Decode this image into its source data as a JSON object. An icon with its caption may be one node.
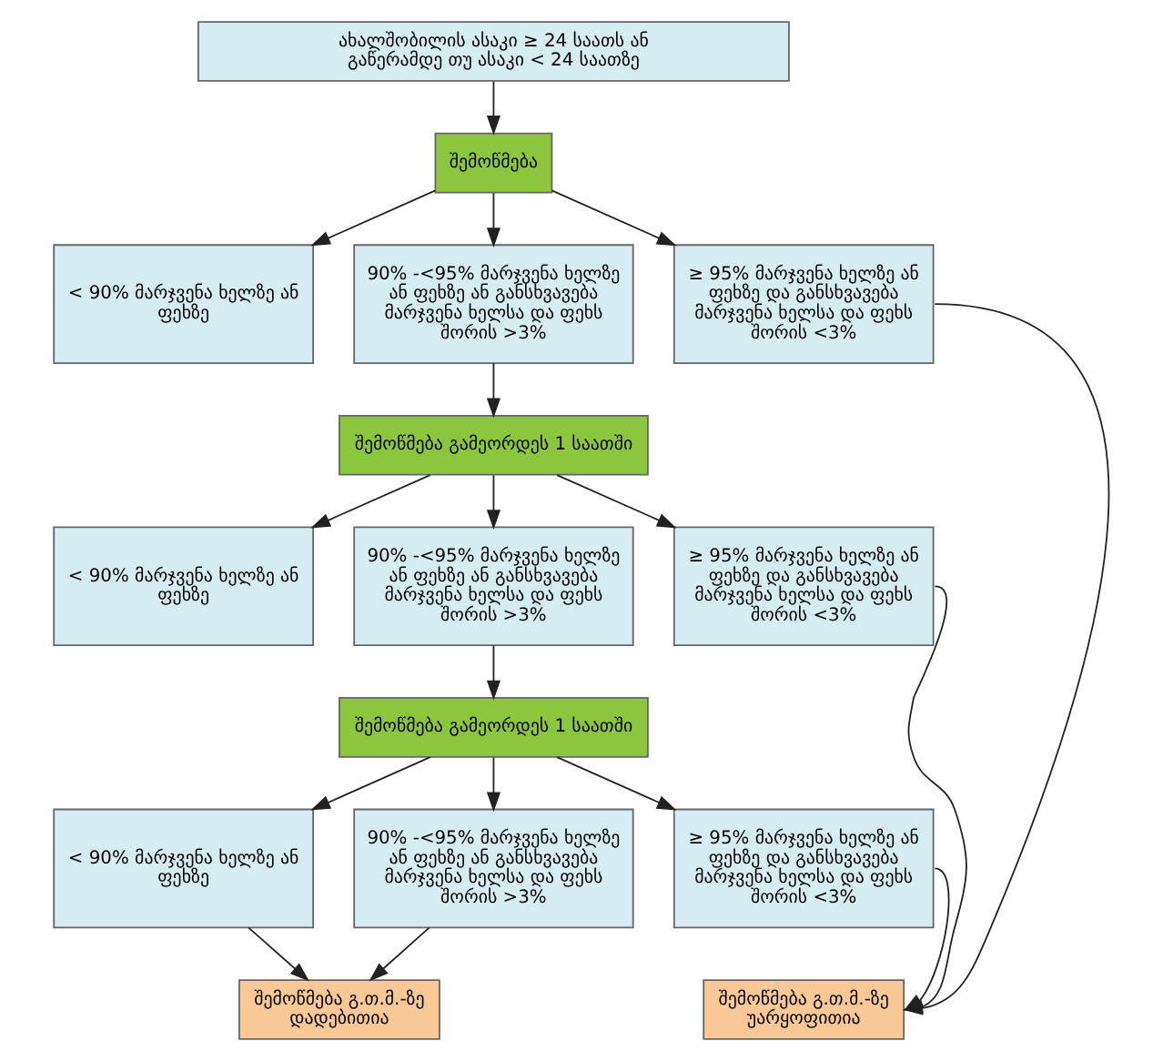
{
  "diagram": {
    "nodes": [
      {
        "text": [
          "ახალშობილის ასაკი ≥ 24 საათს ან გაწერამდე თუ ასაკი < 24 საათზე"
        ]
      },
      {
        "text": [
          "შემოწმება"
        ]
      },
      {
        "text": [
          "< 90% მარჯვენა ხელზე ან ფეხზე"
        ]
      },
      {
        "text": [
          "90% -<95% მარჯვენა ხელზე ან ფეხზე ან განსხვავება მარჯვენა ხელსა და ფეხს შორის >3%"
        ]
      },
      {
        "text": [
          "≥ 95% მარჯვენა ხელზე ან ფეხზე და განსხვავება მარჯვენა ხელსა და ფეხს შორის <3%"
        ]
      },
      {
        "text": [
          "შემოწმება გამეორდეს 1 საათში"
        ]
      },
      {
        "text": [
          "< 90% მარჯვენა ხელზე ან ფეხზე"
        ]
      },
      {
        "text": [
          "90% -<95% მარჯვენა ხელზე ან ფეხზე ან განსხვავება მარჯვენა ხელსა და ფეხს შორის >3%"
        ]
      },
      {
        "text": [
          "≥ 95% მარჯვენა ხელზე ან ფეხზე და განსხვავება მარჯვენა ხელსა და ფეხს შორის <3%"
        ]
      },
      {
        "text": [
          "შემოწმება გამეორდეს 1 საათში"
        ]
      },
      {
        "text": [
          "< 90% მარჯვენა ხელზე ან ფეხზე"
        ]
      },
      {
        "text": [
          "90% -<95% მარჯვენა ხელზე ან ფეხზე ან განსხვავება მარჯვენა ხელსა და ფეხს შორის >3%"
        ]
      },
      {
        "text": [
          "≥ 95% მარჯვენა ხელზე ან ფეხზე და განსხვავება მარჯვენა ხელსა და ფეხს შორის <3%"
        ]
      },
      {
        "text": [
          "შემოწმება გ.თ.მ.-ზე დადებითია"
        ]
      },
      {
        "text": [
          "შემოწმება გ.თ.მ.-ზე უარყოფითია"
        ]
      }
    ],
    "edges": [
      {
        "from": 0,
        "to": 1,
        "arrow": "to"
      },
      {
        "from": 1,
        "to": 2,
        "arrow": "to"
      },
      {
        "from": 1,
        "to": 3,
        "arrow": "to"
      },
      {
        "from": 1,
        "to": 4,
        "arrow": "to"
      },
      {
        "from": 3,
        "to": 5,
        "arrow": "to"
      },
      {
        "from": 5,
        "to": 6,
        "arrow": "to"
      },
      {
        "from": 5,
        "to": 7,
        "arrow": "to"
      },
      {
        "from": 5,
        "to": 8,
        "arrow": "to"
      },
      {
        "from": 7,
        "to": 9,
        "arrow": "to"
      },
      {
        "from": 9,
        "to": 10,
        "arrow": "to"
      },
      {
        "from": 9,
        "to": 11,
        "arrow": "to"
      },
      {
        "from": 9,
        "to": 12,
        "arrow": "to"
      },
      {
        "from": 10,
        "to": 13,
        "arrow": "to"
      },
      {
        "from": 11,
        "to": 13,
        "arrow": "to"
      },
      {
        "from": 4,
        "to": 14,
        "arrow": "to"
      },
      {
        "from": 8,
        "to": 14,
        "arrow": "to"
      },
      {
        "from": 12,
        "to": 14,
        "arrow": "to"
      }
    ]
  }
}
